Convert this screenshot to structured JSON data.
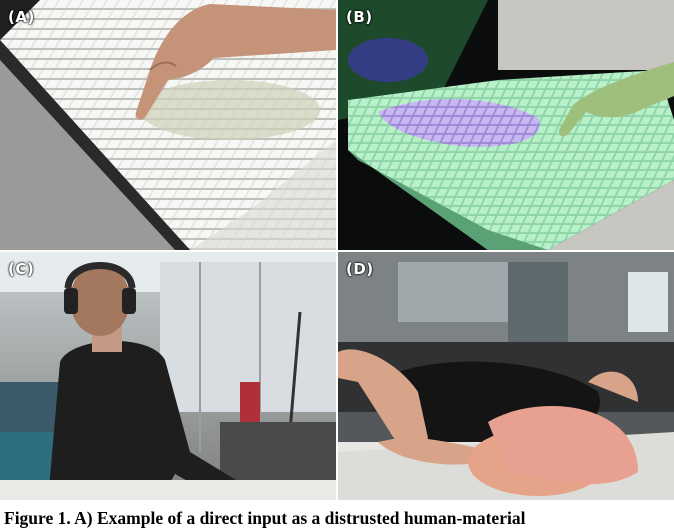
{
  "panels": {
    "a": {
      "label": "(A)"
    },
    "b": {
      "label": "(B)"
    },
    "c": {
      "label": "(C)"
    },
    "d": {
      "label": "(D)"
    }
  },
  "caption": "Figure 1. A) Example of a direct input as a distrusted human-material"
}
